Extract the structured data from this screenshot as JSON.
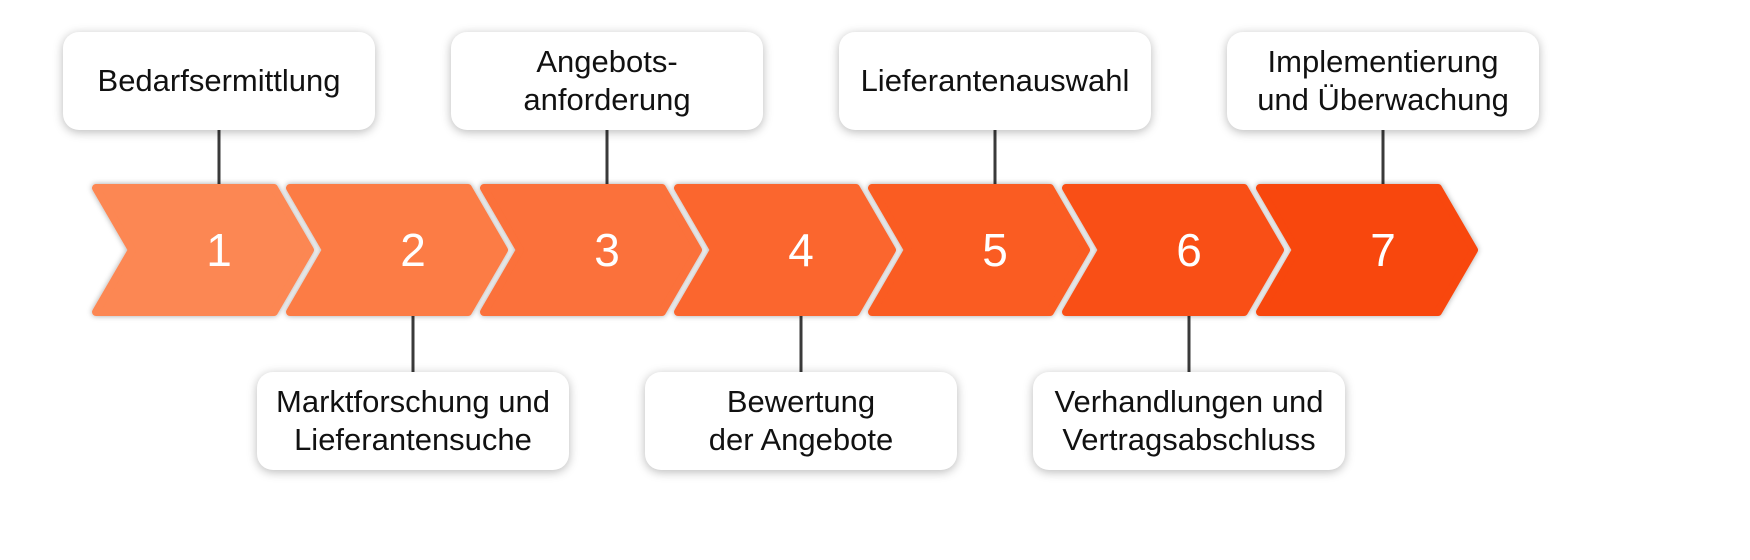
{
  "colors": {
    "connector": "#3a3a3a",
    "card_background": "#ffffff",
    "card_text": "#111111",
    "step_number": "#ffffff"
  },
  "steps": [
    {
      "number": "1",
      "label": "Bedarfsermittlung",
      "color": "#fc8752"
    },
    {
      "number": "2",
      "label": "Marktforschung und\nLieferantensuche",
      "color": "#fc7c45"
    },
    {
      "number": "3",
      "label": "Angebots-\nanforderung",
      "color": "#fb713a"
    },
    {
      "number": "4",
      "label": "Bewertung\nder Angebote",
      "color": "#fb662e"
    },
    {
      "number": "5",
      "label": "Lieferantenauswahl",
      "color": "#fa5b22"
    },
    {
      "number": "6",
      "label": "Verhandlungen und\nVertragsabschluss",
      "color": "#f95016"
    },
    {
      "number": "7",
      "label": "Implementierung\nund Überwachung",
      "color": "#f8460a"
    }
  ]
}
